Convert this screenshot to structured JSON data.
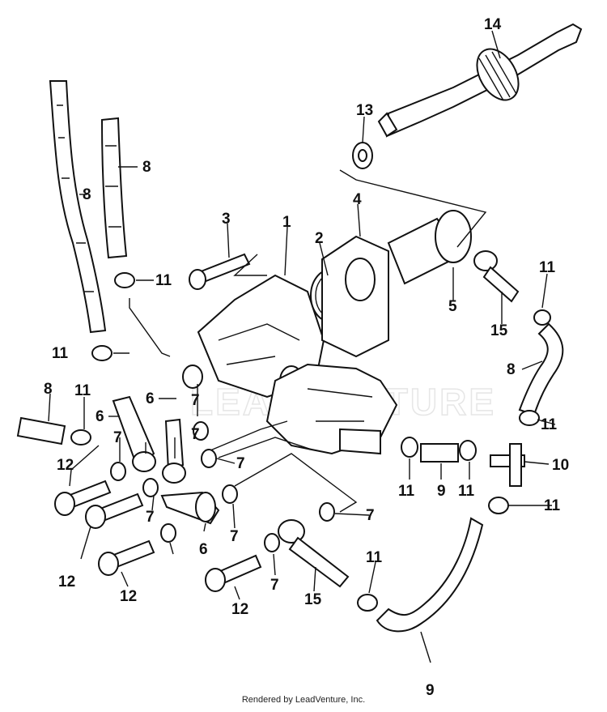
{
  "diagram": {
    "watermark": "LEADVENTURE",
    "credit": "Rendered by LeadVenture, Inc.",
    "callouts": [
      {
        "id": "c14",
        "label": "14"
      },
      {
        "id": "c13",
        "label": "13"
      },
      {
        "id": "c8a",
        "label": "8"
      },
      {
        "id": "c8b",
        "label": "8"
      },
      {
        "id": "c4",
        "label": "4"
      },
      {
        "id": "c3",
        "label": "3"
      },
      {
        "id": "c1",
        "label": "1"
      },
      {
        "id": "c2",
        "label": "2"
      },
      {
        "id": "c11a",
        "label": "11"
      },
      {
        "id": "c11b",
        "label": "11"
      },
      {
        "id": "c5",
        "label": "5"
      },
      {
        "id": "c15a",
        "label": "15"
      },
      {
        "id": "c11c",
        "label": "11"
      },
      {
        "id": "c8c",
        "label": "8"
      },
      {
        "id": "c6a",
        "label": "6"
      },
      {
        "id": "c7a",
        "label": "7"
      },
      {
        "id": "c8d",
        "label": "8"
      },
      {
        "id": "c11d",
        "label": "11"
      },
      {
        "id": "c6b",
        "label": "6"
      },
      {
        "id": "c7b",
        "label": "7"
      },
      {
        "id": "c11e",
        "label": "11"
      },
      {
        "id": "c7c",
        "label": "7"
      },
      {
        "id": "c10",
        "label": "10"
      },
      {
        "id": "c12a",
        "label": "12"
      },
      {
        "id": "c11f",
        "label": "11"
      },
      {
        "id": "c9a",
        "label": "9"
      },
      {
        "id": "c11g",
        "label": "11"
      },
      {
        "id": "c11h",
        "label": "11"
      },
      {
        "id": "c7d",
        "label": "7"
      },
      {
        "id": "c7e",
        "label": "7"
      },
      {
        "id": "c12b",
        "label": "12"
      },
      {
        "id": "c6c",
        "label": "6"
      },
      {
        "id": "c7f",
        "label": "7"
      },
      {
        "id": "c7g",
        "label": "7"
      },
      {
        "id": "c11i",
        "label": "11"
      },
      {
        "id": "c12c",
        "label": "12"
      },
      {
        "id": "c7h",
        "label": "7"
      },
      {
        "id": "c15b",
        "label": "15"
      },
      {
        "id": "c12d",
        "label": "12"
      },
      {
        "id": "c9b",
        "label": "9"
      }
    ]
  }
}
